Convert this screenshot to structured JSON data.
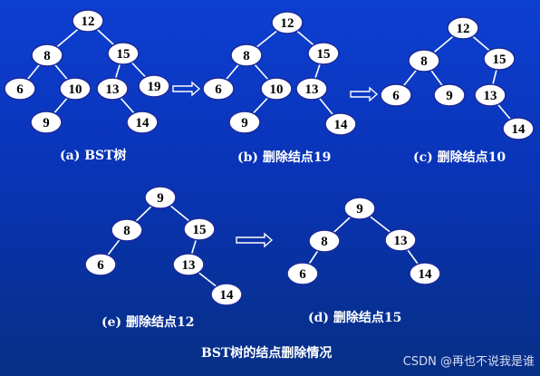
{
  "trees": [
    {
      "id": "a",
      "caption": "(a)  BST树",
      "nodes": [
        {
          "id": "n12",
          "label": "12"
        },
        {
          "id": "n8",
          "label": "8"
        },
        {
          "id": "n15",
          "label": "15"
        },
        {
          "id": "n6",
          "label": "6"
        },
        {
          "id": "n10",
          "label": "10"
        },
        {
          "id": "n13",
          "label": "13"
        },
        {
          "id": "n19",
          "label": "19"
        },
        {
          "id": "n9",
          "label": "9"
        },
        {
          "id": "n14",
          "label": "14"
        }
      ],
      "edges": [
        [
          "n12",
          "n8"
        ],
        [
          "n12",
          "n15"
        ],
        [
          "n8",
          "n6"
        ],
        [
          "n8",
          "n10"
        ],
        [
          "n10",
          "n9"
        ],
        [
          "n15",
          "n13"
        ],
        [
          "n15",
          "n19"
        ],
        [
          "n13",
          "n14"
        ]
      ]
    },
    {
      "id": "b",
      "caption": "(b)  删除结点19",
      "nodes": [
        {
          "id": "n12",
          "label": "12"
        },
        {
          "id": "n8",
          "label": "8"
        },
        {
          "id": "n15",
          "label": "15"
        },
        {
          "id": "n6",
          "label": "6"
        },
        {
          "id": "n10",
          "label": "10"
        },
        {
          "id": "n13",
          "label": "13"
        },
        {
          "id": "n9",
          "label": "9"
        },
        {
          "id": "n14",
          "label": "14"
        }
      ],
      "edges": [
        [
          "n12",
          "n8"
        ],
        [
          "n12",
          "n15"
        ],
        [
          "n8",
          "n6"
        ],
        [
          "n8",
          "n10"
        ],
        [
          "n10",
          "n9"
        ],
        [
          "n15",
          "n13"
        ],
        [
          "n13",
          "n14"
        ]
      ]
    },
    {
      "id": "c",
      "caption": "(c)  删除结点10",
      "nodes": [
        {
          "id": "n12",
          "label": "12"
        },
        {
          "id": "n8",
          "label": "8"
        },
        {
          "id": "n15",
          "label": "15"
        },
        {
          "id": "n6",
          "label": "6"
        },
        {
          "id": "n9",
          "label": "9"
        },
        {
          "id": "n13",
          "label": "13"
        },
        {
          "id": "n14",
          "label": "14"
        }
      ],
      "edges": [
        [
          "n12",
          "n8"
        ],
        [
          "n12",
          "n15"
        ],
        [
          "n8",
          "n6"
        ],
        [
          "n8",
          "n9"
        ],
        [
          "n15",
          "n13"
        ],
        [
          "n13",
          "n14"
        ]
      ]
    },
    {
      "id": "e",
      "caption": "(e)  删除结点12",
      "nodes": [
        {
          "id": "n9",
          "label": "9"
        },
        {
          "id": "n8",
          "label": "8"
        },
        {
          "id": "n15",
          "label": "15"
        },
        {
          "id": "n6",
          "label": "6"
        },
        {
          "id": "n13",
          "label": "13"
        },
        {
          "id": "n14",
          "label": "14"
        }
      ],
      "edges": [
        [
          "n9",
          "n8"
        ],
        [
          "n9",
          "n15"
        ],
        [
          "n8",
          "n6"
        ],
        [
          "n15",
          "n13"
        ],
        [
          "n13",
          "n14"
        ]
      ]
    },
    {
      "id": "d",
      "caption": "(d)  删除结点15",
      "nodes": [
        {
          "id": "n9",
          "label": "9"
        },
        {
          "id": "n8",
          "label": "8"
        },
        {
          "id": "n13",
          "label": "13"
        },
        {
          "id": "n6",
          "label": "6"
        },
        {
          "id": "n14",
          "label": "14"
        }
      ],
      "edges": [
        [
          "n9",
          "n8"
        ],
        [
          "n9",
          "n13"
        ],
        [
          "n8",
          "n6"
        ],
        [
          "n13",
          "n14"
        ]
      ]
    }
  ],
  "footer": "BST树的结点删除情况",
  "watermark": "CSDN @再也不说我是谁"
}
